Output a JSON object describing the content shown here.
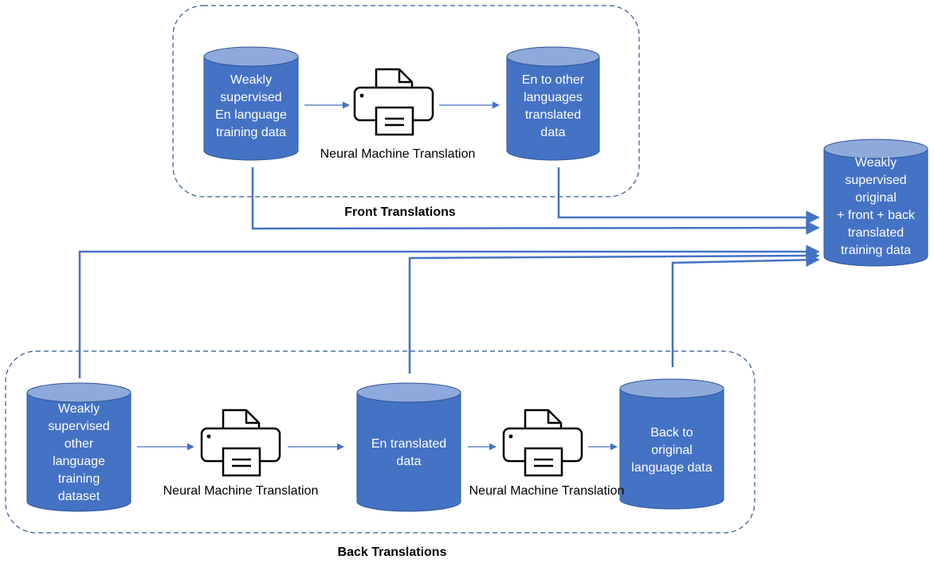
{
  "colors": {
    "cylinder_body": "#4472C4",
    "cylinder_top": "#8EA9DB",
    "cylinder_edge": "#2F5597",
    "arrow": "#4472C4",
    "group_border": "#2F5597",
    "text_on_cylinder": "#FFFFFF",
    "label_text": "#000000"
  },
  "front_group": {
    "title": "Front Translations",
    "source": "Weakly\nsupervised\nEn language\ntraining data",
    "nmt_label": "Neural Machine Translation",
    "target": "En to other\nlanguages\ntranslated\ndata",
    "printer_icon": "printer-icon"
  },
  "back_group": {
    "title": "Back Translations",
    "source": "Weakly\nsupervised\nother\nlanguage\ntraining\ndataset",
    "nmt_label_1": "Neural Machine Translation",
    "intermediate": "En translated\ndata",
    "nmt_label_2": "Neural Machine Translation",
    "target": "Back to\noriginal\nlanguage data",
    "printer_icon": "printer-icon"
  },
  "combined": {
    "label": "Weakly\nsupervised\noriginal\n+ front + back\ntranslated\ntraining data"
  }
}
